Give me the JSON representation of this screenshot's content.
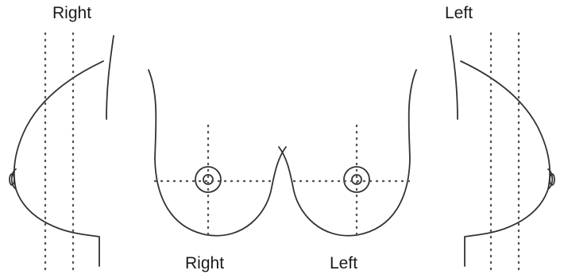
{
  "labels": {
    "top_right": "Right",
    "top_left": "Left",
    "bottom_right": "Right",
    "bottom_left": "Left"
  },
  "colors": {
    "line": "#333333",
    "dots": "#555555",
    "background": "#ffffff"
  }
}
